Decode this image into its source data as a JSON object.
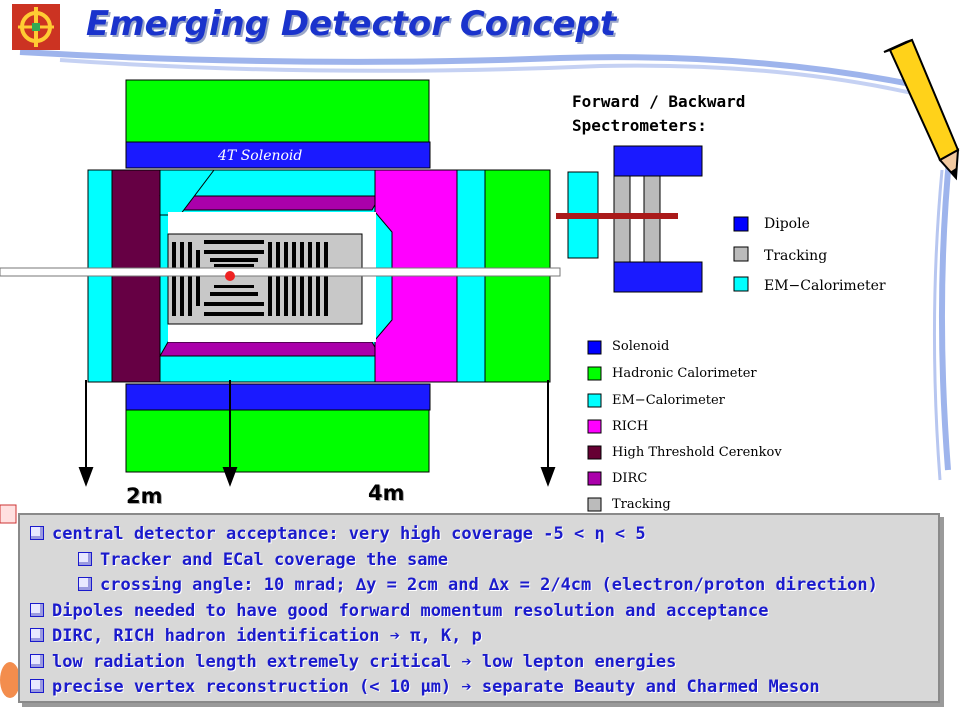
{
  "slide": {
    "title": "Emerging Detector Concept"
  },
  "diagram": {
    "solenoid_text": "4T Solenoid",
    "forward_label_line1": "Forward / Backward",
    "forward_label_line2": "Spectrometers:",
    "dim_2m": "2m",
    "dim_4m": "4m"
  },
  "spectrometer_legend": [
    {
      "label": "Dipole",
      "color": "#0000ff"
    },
    {
      "label": "Tracking",
      "color": "#bbbbbb"
    },
    {
      "label": "EM−Calorimeter",
      "color": "#00ffff"
    }
  ],
  "detector_legend": [
    {
      "label": "Solenoid",
      "color": "#0000ff"
    },
    {
      "label": "Hadronic Calorimeter",
      "color": "#00ff00"
    },
    {
      "label": "EM−Calorimeter",
      "color": "#00ffff"
    },
    {
      "label": "RICH",
      "color": "#ff00ff"
    },
    {
      "label": "High Threshold Cerenkov",
      "color": "#660033"
    },
    {
      "label": "DIRC",
      "color": "#aa00aa"
    },
    {
      "label": "Tracking",
      "color": "#bbbbbb"
    }
  ],
  "bullets": [
    {
      "level": 0,
      "text": "central detector acceptance: very high coverage -5 < η < 5"
    },
    {
      "level": 1,
      "text": "Tracker and ECal coverage the same"
    },
    {
      "level": 1,
      "text": "crossing angle: 10 mrad; ∆y = 2cm and ∆x = 2/4cm (electron/proton direction)"
    },
    {
      "level": 0,
      "text": "Dipoles needed to have good forward momentum resolution and acceptance"
    },
    {
      "level": 0,
      "text": "DIRC, RICH hadron identification ➔ π, K, p"
    },
    {
      "level": 0,
      "text": "low radiation length extremely critical ➔ low lepton energies"
    },
    {
      "level": 0,
      "text": "precise vertex reconstruction (< 10 μm) ➔ separate Beauty and Charmed Meson"
    }
  ]
}
